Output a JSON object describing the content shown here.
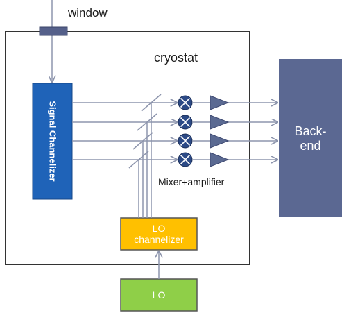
{
  "labels": {
    "window": "window",
    "cryostat": "cryostat",
    "signal_channelizer": "Signal Channelizer",
    "mixer_amplifier": "Mixer+amplifier",
    "backend_line1": "Back-",
    "backend_line2": "end",
    "lo_channelizer_line1": "LO",
    "lo_channelizer_line2": "channelizer",
    "lo": "LO"
  },
  "colors": {
    "signal_channelizer": "#1f63b8",
    "backend": "#5b6892",
    "lo_channelizer": "#ffc000",
    "lo": "#8fcf48",
    "window": "#55608a",
    "mixer": "#2c4a86",
    "amplifier": "#5b6a92",
    "lines": "#8d95ad",
    "cryostat_border": "#333333"
  },
  "icons": {
    "mixer": "mixer-icon",
    "amplifier": "amplifier-icon",
    "arrow": "arrow-head-icon"
  },
  "channels": 4
}
